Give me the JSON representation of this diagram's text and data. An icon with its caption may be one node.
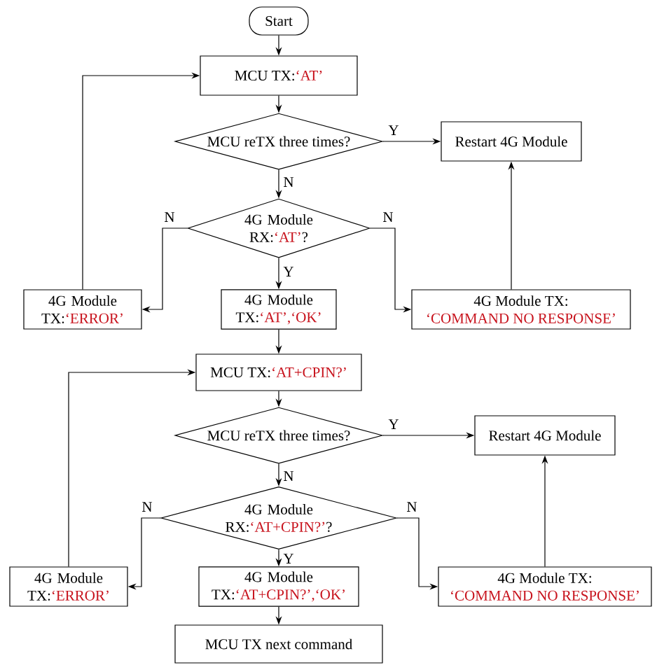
{
  "diagram": {
    "nodes": [
      {
        "text": [
          "Start"
        ]
      },
      {
        "text": [
          "MCU TX:",
          "‘AT’"
        ]
      },
      {
        "text": [
          "MCU reTX three times?"
        ]
      },
      {
        "text": [
          "Restart 4G Module"
        ]
      },
      {
        "text": [
          "4G Module RX:",
          "‘AT’",
          "?"
        ]
      },
      {
        "text": [
          "4G Module TX:",
          "‘ERROR’"
        ]
      },
      {
        "text": [
          "4G Module TX:",
          "‘AT’,‘OK’"
        ]
      },
      {
        "text": [
          "4G Module TX:",
          "‘COMMAND NO RESPONSE’"
        ]
      },
      {
        "text": [
          "MCU TX:",
          "‘AT+CPIN?’"
        ]
      },
      {
        "text": [
          "MCU reTX three times?"
        ]
      },
      {
        "text": [
          "Restart 4G Module"
        ]
      },
      {
        "text": [
          "4G Module RX:",
          "‘AT+CPIN?’",
          "?"
        ]
      },
      {
        "text": [
          "4G Module TX:",
          "‘ERROR’"
        ]
      },
      {
        "text": [
          "4G Module TX:",
          "‘AT+CPIN?’,‘OK’"
        ]
      },
      {
        "text": [
          "4G Module TX:",
          "‘COMMAND NO RESPONSE’"
        ]
      },
      {
        "text": [
          "MCU TX next command"
        ]
      }
    ],
    "edges": [
      {
        "from": 0,
        "to": 1,
        "arrow": "to"
      },
      {
        "from": 1,
        "to": 2,
        "arrow": "to"
      },
      {
        "from": 2,
        "to": 3,
        "arrow": "to",
        "label": "Y"
      },
      {
        "from": 2,
        "to": 4,
        "arrow": "to",
        "label": "N"
      },
      {
        "from": 4,
        "to": 5,
        "arrow": "to",
        "label": "N"
      },
      {
        "from": 4,
        "to": 7,
        "arrow": "to",
        "label": "N"
      },
      {
        "from": 4,
        "to": 6,
        "arrow": "to",
        "label": "Y"
      },
      {
        "from": 5,
        "to": 1,
        "arrow": "to"
      },
      {
        "from": 7,
        "to": 3,
        "arrow": "to"
      },
      {
        "from": 6,
        "to": 8,
        "arrow": "to"
      },
      {
        "from": 8,
        "to": 9,
        "arrow": "to"
      },
      {
        "from": 9,
        "to": 10,
        "arrow": "to",
        "label": "Y"
      },
      {
        "from": 9,
        "to": 11,
        "arrow": "to",
        "label": "N"
      },
      {
        "from": 11,
        "to": 12,
        "arrow": "to",
        "label": "N"
      },
      {
        "from": 11,
        "to": 14,
        "arrow": "to",
        "label": "N"
      },
      {
        "from": 11,
        "to": 13,
        "arrow": "to",
        "label": "Y"
      },
      {
        "from": 12,
        "to": 8,
        "arrow": "to"
      },
      {
        "from": 14,
        "to": 10,
        "arrow": "to"
      },
      {
        "from": 13,
        "to": 15,
        "arrow": "to"
      }
    ]
  }
}
